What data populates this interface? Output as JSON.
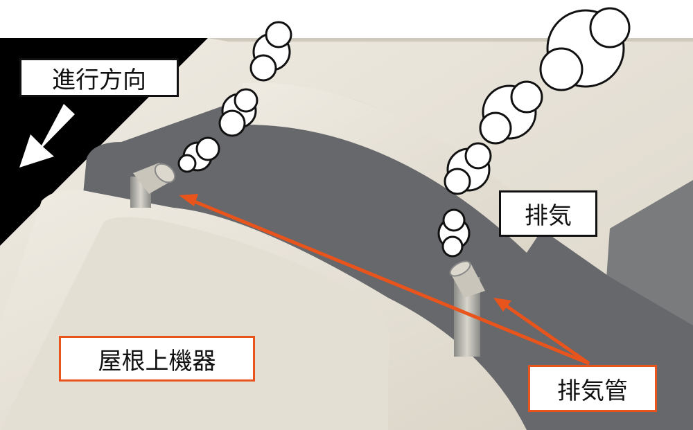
{
  "labels": {
    "direction": "進行方向",
    "exhaust": "排気",
    "roof_equipment": "屋根上機器",
    "exhaust_pipe": "排気管"
  },
  "colors": {
    "body": "#e9e4d9",
    "recess": "#67686b",
    "arrow": "#e8541c",
    "background": "#000000"
  }
}
